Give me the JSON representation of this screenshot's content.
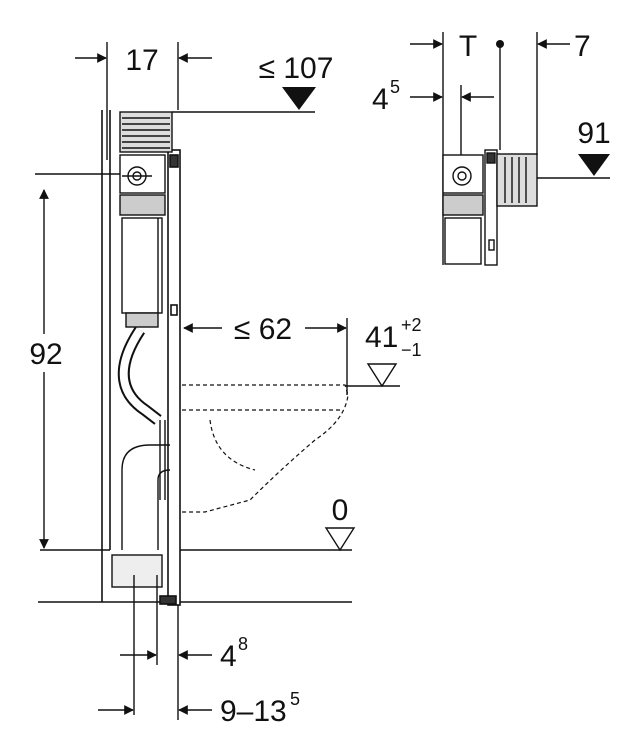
{
  "dimensions": {
    "frame_depth": "17",
    "top_max": "≤ 107",
    "height": "92",
    "pan_projection": "≤ 62",
    "seat_height": {
      "base": "41",
      "sup": "+2",
      "sub": "−1"
    },
    "floor_level": "0",
    "offset_a": {
      "base": "4",
      "sup": "8"
    },
    "offset_b": {
      "base": "9–13",
      "sup": "5"
    },
    "detail_t": "T",
    "detail_gap": {
      "base": "4",
      "sup": "5"
    },
    "detail_right": "7",
    "detail_height": "91"
  }
}
